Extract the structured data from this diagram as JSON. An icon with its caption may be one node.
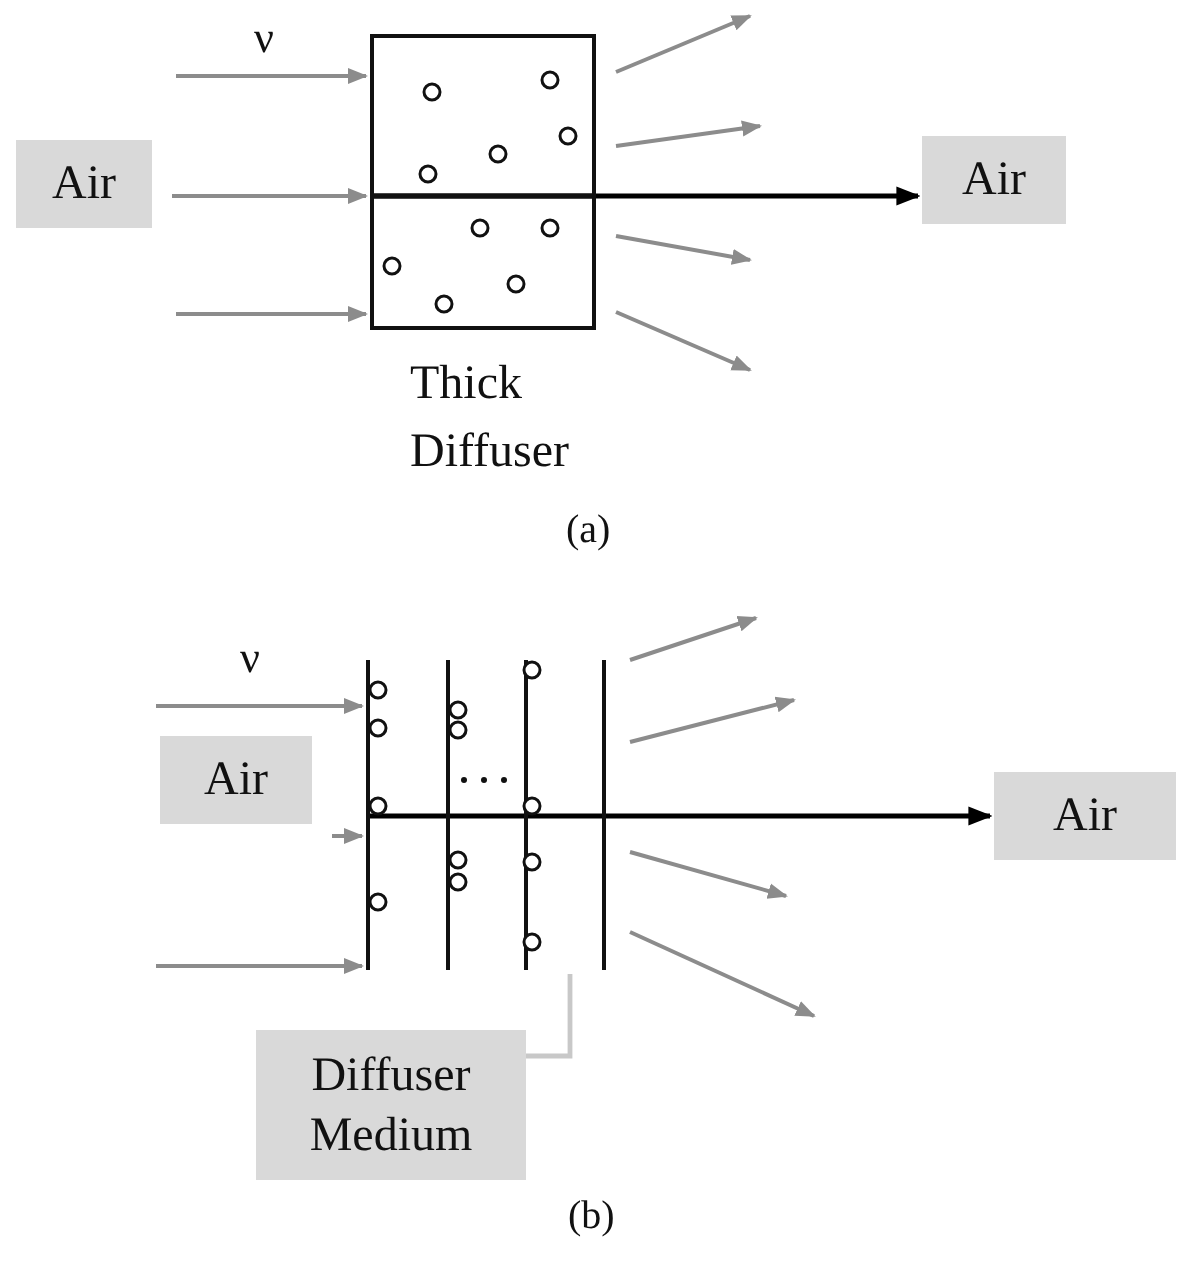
{
  "diagram": {
    "nodes": [
      {
        "text": [
          "Air"
        ]
      },
      {
        "text": [
          "Thick Diffuser"
        ]
      },
      {
        "text": [
          "Air"
        ]
      },
      {
        "text": [
          "Air"
        ]
      },
      {
        "text": [
          "Diffuser Medium"
        ]
      },
      {
        "text": [],
        "shape": "bar"
      },
      {
        "text": [
          "Air"
        ]
      }
    ],
    "edges": [
      {
        "from": null,
        "to": 1,
        "arrow": "to"
      },
      {
        "from": 0,
        "to": 1,
        "arrow": "to"
      },
      {
        "from": null,
        "to": 1,
        "arrow": "to"
      },
      {
        "from": 1,
        "to": null,
        "arrow": "to"
      },
      {
        "from": 1,
        "to": null,
        "arrow": "to"
      },
      {
        "from": 1,
        "to": null,
        "arrow": "to"
      },
      {
        "from": 1,
        "to": null,
        "arrow": "to"
      },
      {
        "from": 1,
        "to": 2,
        "arrow": "to",
        "color": "#000000"
      },
      {
        "from": null,
        "to": 5,
        "arrow": "to"
      },
      {
        "from": 3,
        "to": 5,
        "arrow": "to"
      },
      {
        "from": null,
        "to": 5,
        "arrow": "to"
      },
      {
        "from": 5,
        "to": null,
        "arrow": "to"
      },
      {
        "from": 5,
        "to": null,
        "arrow": "to"
      },
      {
        "from": 5,
        "to": null,
        "arrow": "to"
      },
      {
        "from": 5,
        "to": null,
        "arrow": "to"
      },
      {
        "from": 5,
        "to": 6,
        "arrow": "to",
        "color": "#000000"
      },
      {
        "from": 4,
        "to": 5,
        "arrow": "none",
        "color": "#c8c8c8"
      }
    ],
    "labels": [
      "ν",
      "(a)",
      "ν",
      "(b)"
    ]
  }
}
